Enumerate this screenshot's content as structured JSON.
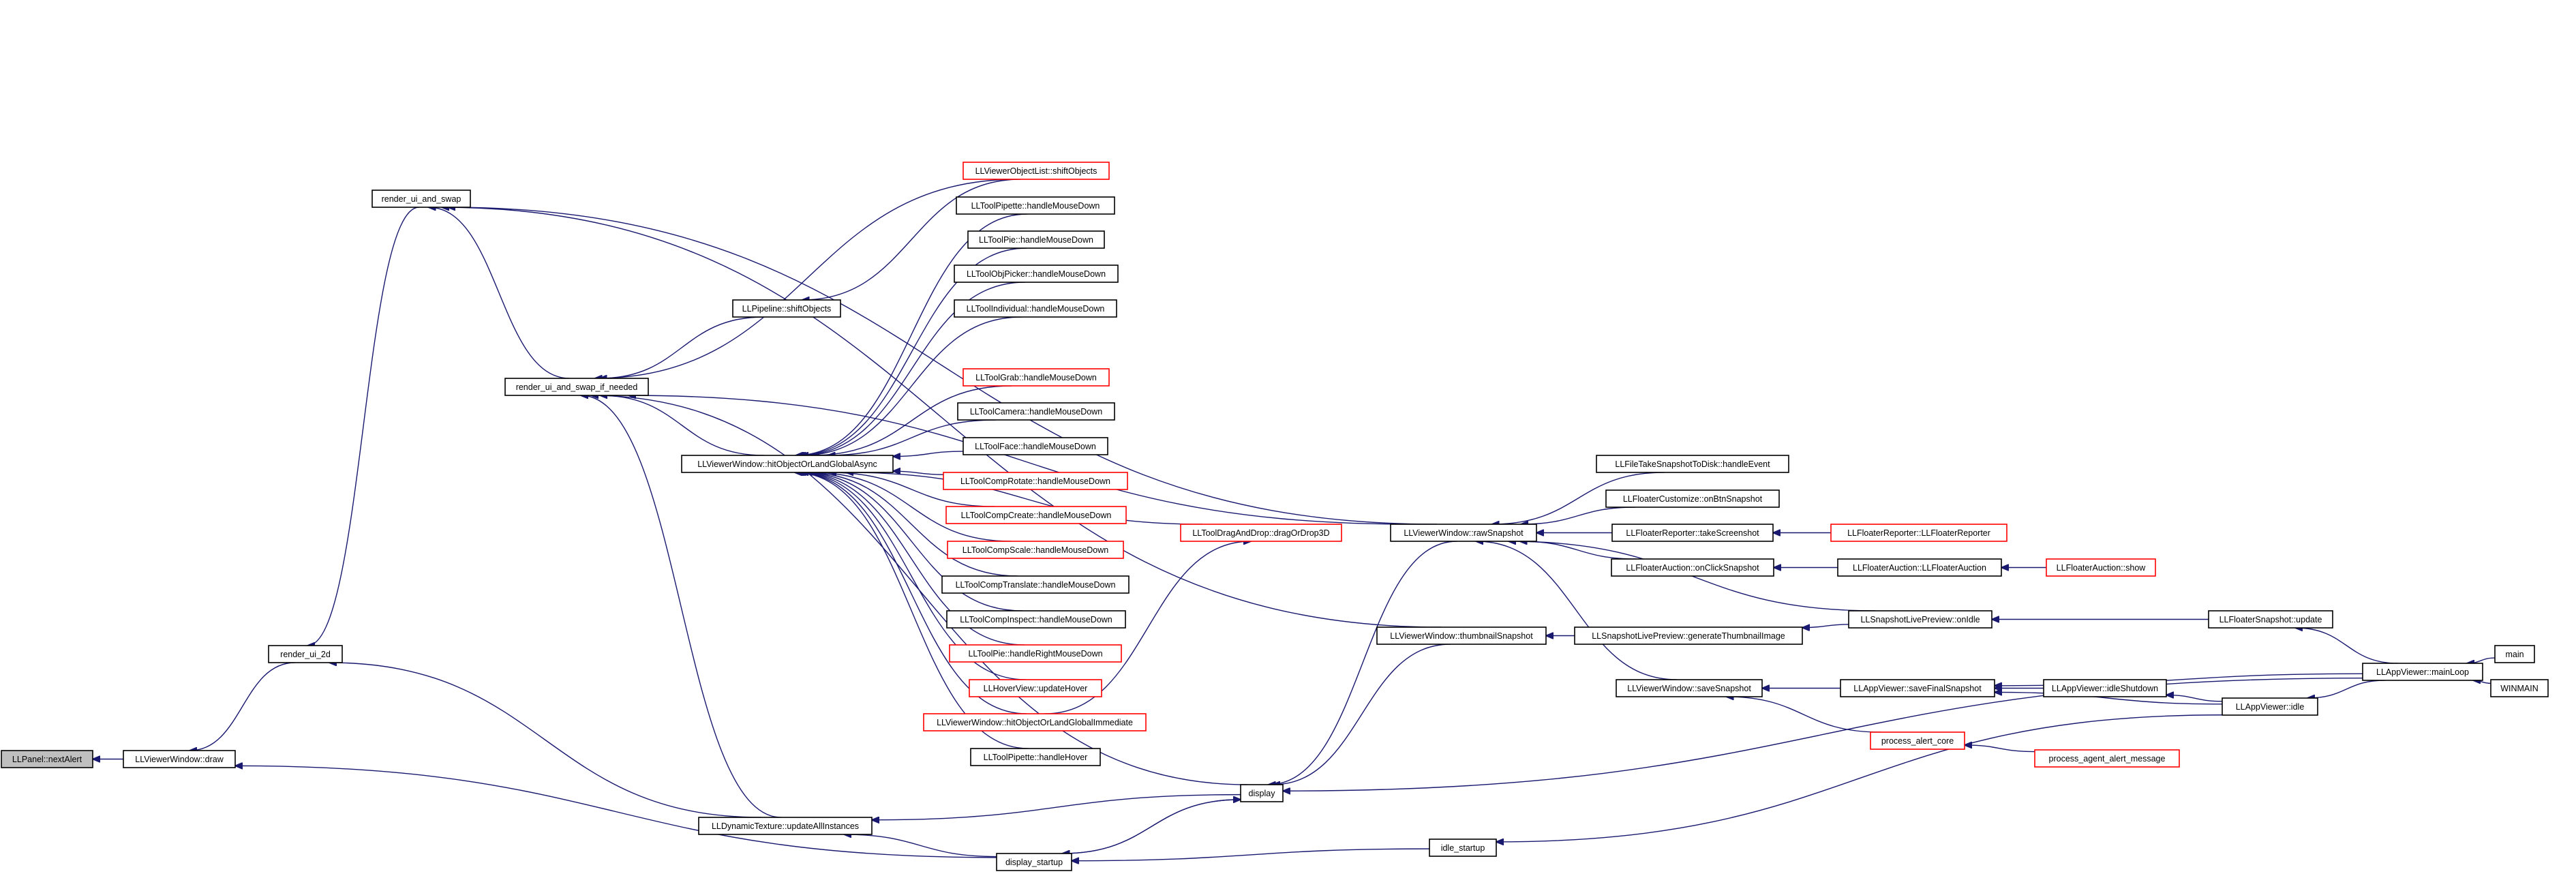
{
  "diagram": {
    "nodes": [
      {
        "id": "nextAlert",
        "label": "LLPanel::nextAlert",
        "style": "root"
      },
      {
        "id": "draw",
        "label": "LLViewerWindow::draw",
        "style": "black"
      },
      {
        "id": "render2d",
        "label": "render_ui_2d",
        "style": "black"
      },
      {
        "id": "rswap",
        "label": "render_ui_and_swap",
        "style": "black"
      },
      {
        "id": "rswapif",
        "label": "render_ui_and_swap_if_needed",
        "style": "black"
      },
      {
        "id": "shiftObjects",
        "label": "LLPipeline::shiftObjects",
        "style": "black"
      },
      {
        "id": "hitAsync",
        "label": "LLViewerWindow::hitObjectOrLandGlobalAsync",
        "style": "black"
      },
      {
        "id": "dynTex",
        "label": "LLDynamicTexture::updateAllInstances",
        "style": "black"
      },
      {
        "id": "voShift",
        "label": "LLViewerObjectList::shiftObjects",
        "style": "red"
      },
      {
        "id": "pipMD",
        "label": "LLToolPipette::handleMouseDown",
        "style": "black"
      },
      {
        "id": "pieMD",
        "label": "LLToolPie::handleMouseDown",
        "style": "black"
      },
      {
        "id": "objPickMD",
        "label": "LLToolObjPicker::handleMouseDown",
        "style": "black"
      },
      {
        "id": "indivMD",
        "label": "LLToolIndividual::handleMouseDown",
        "style": "black"
      },
      {
        "id": "grabMD",
        "label": "LLToolGrab::handleMouseDown",
        "style": "red"
      },
      {
        "id": "camMD",
        "label": "LLToolCamera::handleMouseDown",
        "style": "black"
      },
      {
        "id": "faceMD",
        "label": "LLToolFace::handleMouseDown",
        "style": "black"
      },
      {
        "id": "rotMD",
        "label": "LLToolCompRotate::handleMouseDown",
        "style": "red"
      },
      {
        "id": "createMD",
        "label": "LLToolCompCreate::handleMouseDown",
        "style": "red"
      },
      {
        "id": "scaleMD",
        "label": "LLToolCompScale::handleMouseDown",
        "style": "red"
      },
      {
        "id": "transMD",
        "label": "LLToolCompTranslate::handleMouseDown",
        "style": "black"
      },
      {
        "id": "inspMD",
        "label": "LLToolCompInspect::handleMouseDown",
        "style": "black"
      },
      {
        "id": "pieRMD",
        "label": "LLToolPie::handleRightMouseDown",
        "style": "red"
      },
      {
        "id": "hoverUpd",
        "label": "LLHoverView::updateHover",
        "style": "red"
      },
      {
        "id": "hitImm",
        "label": "LLViewerWindow::hitObjectOrLandGlobalImmediate",
        "style": "red"
      },
      {
        "id": "pipHover",
        "label": "LLToolPipette::handleHover",
        "style": "black"
      },
      {
        "id": "dragDrop",
        "label": "LLToolDragAndDrop::dragOrDrop3D",
        "style": "red"
      },
      {
        "id": "display",
        "label": "display",
        "style": "black"
      },
      {
        "id": "dispStart",
        "label": "display_startup",
        "style": "black"
      },
      {
        "id": "rawSnap",
        "label": "LLViewerWindow::rawSnapshot",
        "style": "black"
      },
      {
        "id": "thumbSnap",
        "label": "LLViewerWindow::thumbnailSnapshot",
        "style": "black"
      },
      {
        "id": "idleStartup",
        "label": "idle_startup",
        "style": "black"
      },
      {
        "id": "fileTake",
        "label": "LLFileTakeSnapshotToDisk::handleEvent",
        "style": "black"
      },
      {
        "id": "custSnap",
        "label": "LLFloaterCustomize::onBtnSnapshot",
        "style": "black"
      },
      {
        "id": "repShot",
        "label": "LLFloaterReporter::takeScreenshot",
        "style": "black"
      },
      {
        "id": "aucClick",
        "label": "LLFloaterAuction::onClickSnapshot",
        "style": "black"
      },
      {
        "id": "genThumb",
        "label": "LLSnapshotLivePreview::generateThumbnailImage",
        "style": "black"
      },
      {
        "id": "saveSnap",
        "label": "LLViewerWindow::saveSnapshot",
        "style": "black"
      },
      {
        "id": "repCtor",
        "label": "LLFloaterReporter::LLFloaterReporter",
        "style": "red"
      },
      {
        "id": "aucCtor",
        "label": "LLFloaterAuction::LLFloaterAuction",
        "style": "black"
      },
      {
        "id": "aucShow",
        "label": "LLFloaterAuction::show",
        "style": "red"
      },
      {
        "id": "onIdle",
        "label": "LLSnapshotLivePreview::onIdle",
        "style": "black"
      },
      {
        "id": "saveFinal",
        "label": "LLAppViewer::saveFinalSnapshot",
        "style": "black"
      },
      {
        "id": "alertCore",
        "label": "process_alert_core",
        "style": "red"
      },
      {
        "id": "agentAlert",
        "label": "process_agent_alert_message",
        "style": "red"
      },
      {
        "id": "idleShut",
        "label": "LLAppViewer::idleShutdown",
        "style": "black"
      },
      {
        "id": "idle",
        "label": "LLAppViewer::idle",
        "style": "black"
      },
      {
        "id": "snapUpd",
        "label": "LLFloaterSnapshot::update",
        "style": "black"
      },
      {
        "id": "mainLoop",
        "label": "LLAppViewer::mainLoop",
        "style": "black"
      },
      {
        "id": "main",
        "label": "main",
        "style": "black"
      },
      {
        "id": "winmain",
        "label": "WINMAIN",
        "style": "black"
      }
    ],
    "edges": [
      [
        "draw",
        "nextAlert"
      ],
      [
        "render2d",
        "draw"
      ],
      [
        "dispStart",
        "draw"
      ],
      [
        "rswap",
        "render2d"
      ],
      [
        "dynTex",
        "render2d"
      ],
      [
        "rswapif",
        "rswap"
      ],
      [
        "rawSnap",
        "rswap"
      ],
      [
        "thumbSnap",
        "rswap"
      ],
      [
        "shiftObjects",
        "rswapif"
      ],
      [
        "hitAsync",
        "rswapif"
      ],
      [
        "voShift",
        "rswapif"
      ],
      [
        "rawSnap",
        "rswapif"
      ],
      [
        "display",
        "rswapif"
      ],
      [
        "dynTex",
        "rswapif"
      ],
      [
        "voShift",
        "shiftObjects"
      ],
      [
        "pipMD",
        "hitAsync"
      ],
      [
        "pieMD",
        "hitAsync"
      ],
      [
        "objPickMD",
        "hitAsync"
      ],
      [
        "indivMD",
        "hitAsync"
      ],
      [
        "dragDrop",
        "hitAsync"
      ],
      [
        "grabMD",
        "hitAsync"
      ],
      [
        "camMD",
        "hitAsync"
      ],
      [
        "faceMD",
        "hitAsync"
      ],
      [
        "rotMD",
        "hitAsync"
      ],
      [
        "createMD",
        "hitAsync"
      ],
      [
        "scaleMD",
        "hitAsync"
      ],
      [
        "transMD",
        "hitAsync"
      ],
      [
        "inspMD",
        "hitAsync"
      ],
      [
        "pieRMD",
        "hitAsync"
      ],
      [
        "hoverUpd",
        "hitAsync"
      ],
      [
        "hitImm",
        "hitAsync"
      ],
      [
        "pipHover",
        "hitAsync"
      ],
      [
        "hitImm",
        "dragDrop"
      ],
      [
        "display",
        "dynTex"
      ],
      [
        "dispStart",
        "dynTex"
      ],
      [
        "dispStart",
        "display"
      ],
      [
        "rawSnap",
        "display"
      ],
      [
        "thumbSnap",
        "display"
      ],
      [
        "mainLoop",
        "display"
      ],
      [
        "idleStartup",
        "dispStart"
      ],
      [
        "display",
        "dispStart"
      ],
      [
        "fileTake",
        "rawSnap"
      ],
      [
        "custSnap",
        "rawSnap"
      ],
      [
        "repShot",
        "rawSnap"
      ],
      [
        "aucClick",
        "rawSnap"
      ],
      [
        "onIdle",
        "rawSnap"
      ],
      [
        "saveSnap",
        "rawSnap"
      ],
      [
        "genThumb",
        "thumbSnap"
      ],
      [
        "onIdle",
        "genThumb"
      ],
      [
        "repCtor",
        "repShot"
      ],
      [
        "aucCtor",
        "aucClick"
      ],
      [
        "aucShow",
        "aucCtor"
      ],
      [
        "saveFinal",
        "saveSnap"
      ],
      [
        "alertCore",
        "saveSnap"
      ],
      [
        "agentAlert",
        "alertCore"
      ],
      [
        "idleShut",
        "saveFinal"
      ],
      [
        "idle",
        "saveFinal"
      ],
      [
        "mainLoop",
        "saveFinal"
      ],
      [
        "idle",
        "idleShut"
      ],
      [
        "idle",
        "idleStartup"
      ],
      [
        "mainLoop",
        "idle"
      ],
      [
        "snapUpd",
        "onIdle"
      ],
      [
        "mainLoop",
        "snapUpd"
      ],
      [
        "main",
        "mainLoop"
      ],
      [
        "winmain",
        "mainLoop"
      ]
    ]
  }
}
